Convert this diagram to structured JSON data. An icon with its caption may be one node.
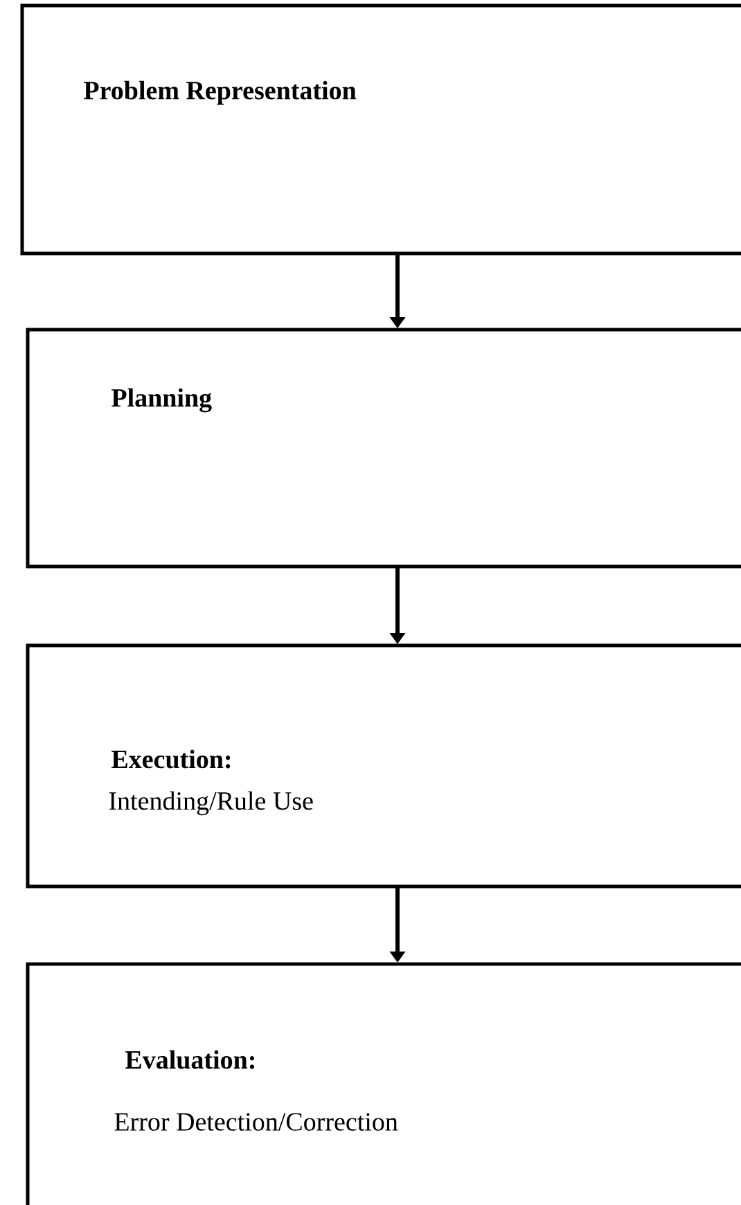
{
  "diagram": {
    "nodes": [
      {
        "text": [
          "Problem Representation"
        ]
      },
      {
        "text": [
          "Planning"
        ]
      },
      {
        "text": [
          "Execution:",
          "Intending/Rule Use"
        ]
      },
      {
        "text": [
          "Evaluation:",
          "Error Detection/Correction"
        ]
      }
    ],
    "edges": [
      {
        "from": 0,
        "to": 1,
        "arrow": "to"
      },
      {
        "from": 1,
        "to": 2,
        "arrow": "to"
      },
      {
        "from": 2,
        "to": 3,
        "arrow": "to"
      }
    ]
  }
}
